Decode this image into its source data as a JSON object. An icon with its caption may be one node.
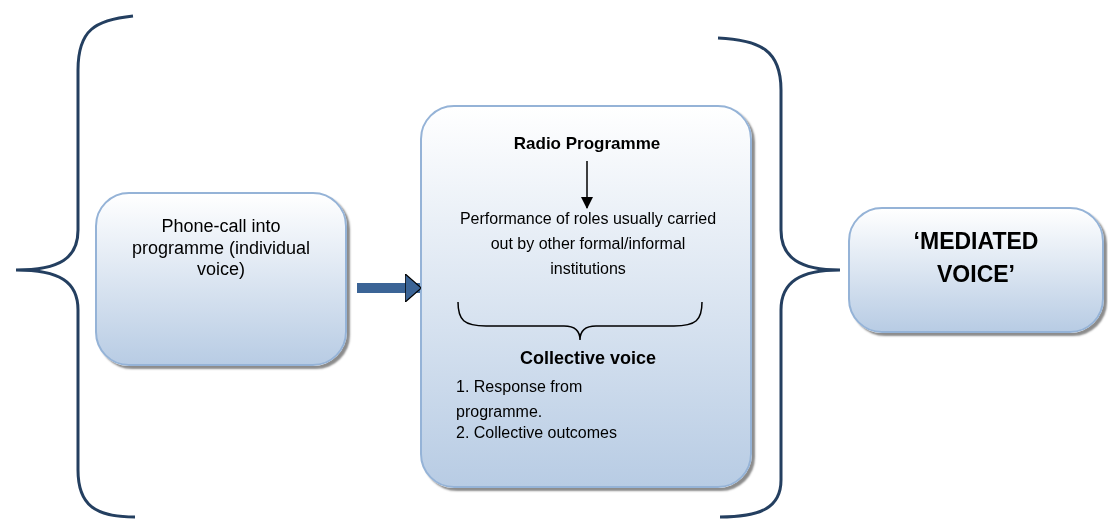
{
  "diagram": {
    "nodes": [
      {
        "text": [
          "Phone-call into programme (individual voice)"
        ]
      },
      {
        "text": [
          "Collective voice",
          "1. Response from programme.",
          "2. Collective outcomes"
        ]
      },
      {
        "text": [
          "Radio Programme"
        ],
        "in": 1
      },
      {
        "text": [
          "Performance of roles usually carried out by other formal/informal institutions"
        ],
        "in": 1
      },
      {
        "text": [
          "‘MEDIATED VOICE’"
        ]
      }
    ],
    "edges": [
      {
        "from": 0,
        "to": 1,
        "arrow": "to",
        "style": "thick",
        "color": "#3b6496"
      },
      {
        "from": 2,
        "to": 3,
        "arrow": "to",
        "color": "#000000"
      }
    ]
  }
}
